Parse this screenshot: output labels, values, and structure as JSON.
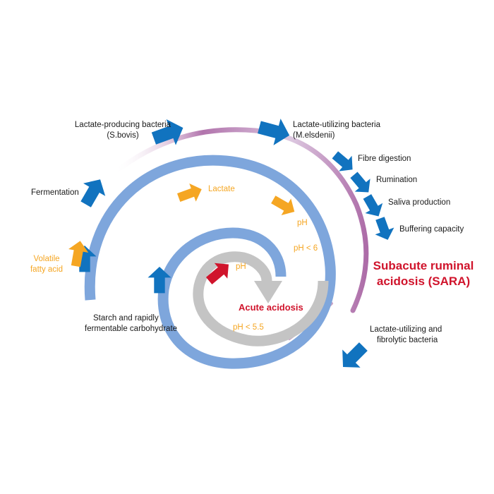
{
  "labels": {
    "lactate_producing": "Lactate-producing bacteria",
    "lactate_producing_sub": "(S.bovis)",
    "lactate_utilizing": "Lactate-utilizing bacteria",
    "lactate_utilizing_sub": "(M.elsdenii)",
    "fibre_digestion": "Fibre digestion",
    "rumination": "Rumination",
    "saliva_production": "Saliva production",
    "buffering_capacity": "Buffering capacity",
    "sara_line1": "Subacute ruminal",
    "sara_line2": "acidosis (SARA)",
    "lactate_fibrolytic_line1": "Lactate-utilizing and",
    "lactate_fibrolytic_line2": "fibrolytic bacteria",
    "fermentation": "Fermentation",
    "vfa_line1": "Volatile",
    "vfa_line2": "fatty acid",
    "lactate": "Lactate",
    "ph_outer": "pH",
    "ph_lt_6": "pH < 6",
    "ph_inner": "pH",
    "acute_acidosis": "Acute acidosis",
    "ph_lt_55": "pH < 5.5",
    "starch_line1": "Starch and rapidly",
    "starch_line2": "fermentable carbohydrate"
  },
  "colors": {
    "blue_arrow": "#1173bf",
    "light_blue_spiral": "#7ea6dc",
    "gray_spiral": "#c4c4c4",
    "purple_arc": "#a45c9e",
    "orange": "#f5a623",
    "red": "#d0142c",
    "text": "#1a1a1a"
  }
}
